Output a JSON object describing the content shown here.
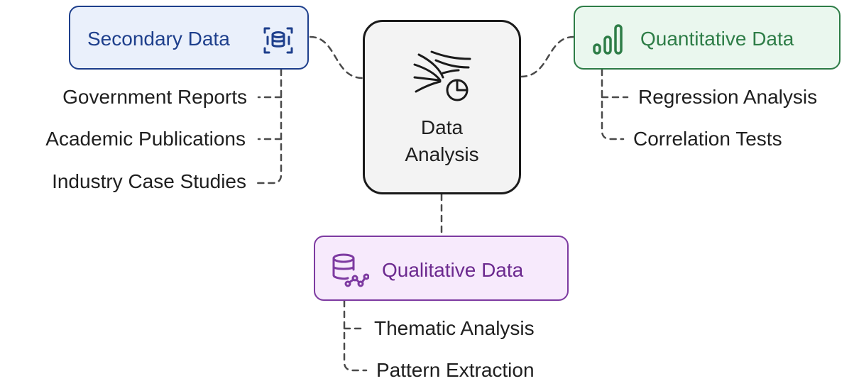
{
  "center": {
    "line1": "Data",
    "line2": "Analysis",
    "icon": "chart-flow-icon"
  },
  "secondary": {
    "label": "Secondary Data",
    "icon": "database-scan-icon",
    "color": "#1e3f8c",
    "items": [
      "Government Reports",
      "Academic Publications",
      "Industry Case Studies"
    ]
  },
  "quantitative": {
    "label": "Quantitative Data",
    "icon": "bar-chart-icon",
    "color": "#2e7d47",
    "items": [
      "Regression Analysis",
      "Correlation Tests"
    ]
  },
  "qualitative": {
    "label": "Qualitative Data",
    "icon": "database-graph-icon",
    "color": "#7d3aa1",
    "items": [
      "Thematic Analysis",
      "Pattern Extraction"
    ]
  }
}
